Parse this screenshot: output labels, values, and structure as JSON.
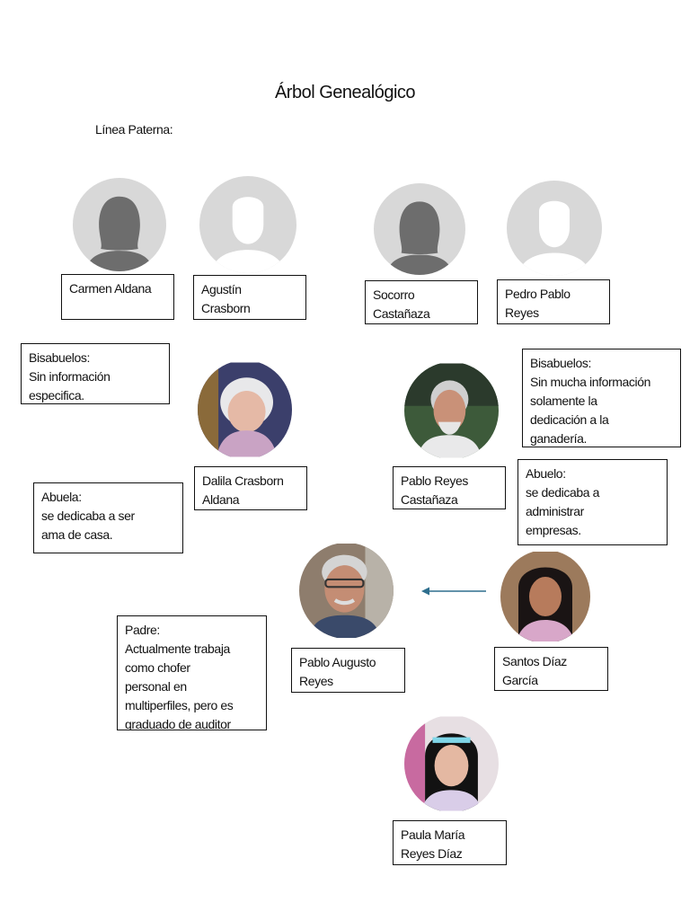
{
  "document": {
    "title": "Árbol Genealógico",
    "subtitle": "Línea Paterna:"
  },
  "people": {
    "carmen": "Carmen Aldana",
    "agustin": "Agustín\nCrasborn",
    "socorro": "Socorro\nCastañaza",
    "pedro": "Pedro Pablo\nReyes",
    "dalila": "Dalila Crasborn\nAldana",
    "pablo_reyes": "Pablo Reyes\nCastañaza",
    "pablo_augusto": "Pablo Augusto\nReyes",
    "santos": "Santos Díaz\nGarcía",
    "paula": "Paula María\nReyes Díaz"
  },
  "notes": {
    "bisabuelos_left": "Bisabuelos:\nSin información\nespecifica.",
    "bisabuelos_right": "Bisabuelos:\nSin mucha información\nsolamente la\ndedicación a la\nganadería.",
    "abuela": "Abuela:\nse dedicaba a ser\nama de casa.",
    "abuelo": "Abuelo:\nse dedicaba a\nadministrar\nempresas.",
    "padre": "Padre:\nActualmente trabaja\ncomo chofer\npersonal en\nmultiperfiles, pero es\ngraduado de auditor"
  },
  "icons": {
    "female_placeholder": "female-avatar-icon",
    "male_placeholder": "male-avatar-icon",
    "arrow": "arrow-left-icon"
  },
  "colors": {
    "arrow": "#2e6f8e",
    "placeholder_bg": "#d8d8d8",
    "female_silhouette": "#6d6d6d"
  }
}
